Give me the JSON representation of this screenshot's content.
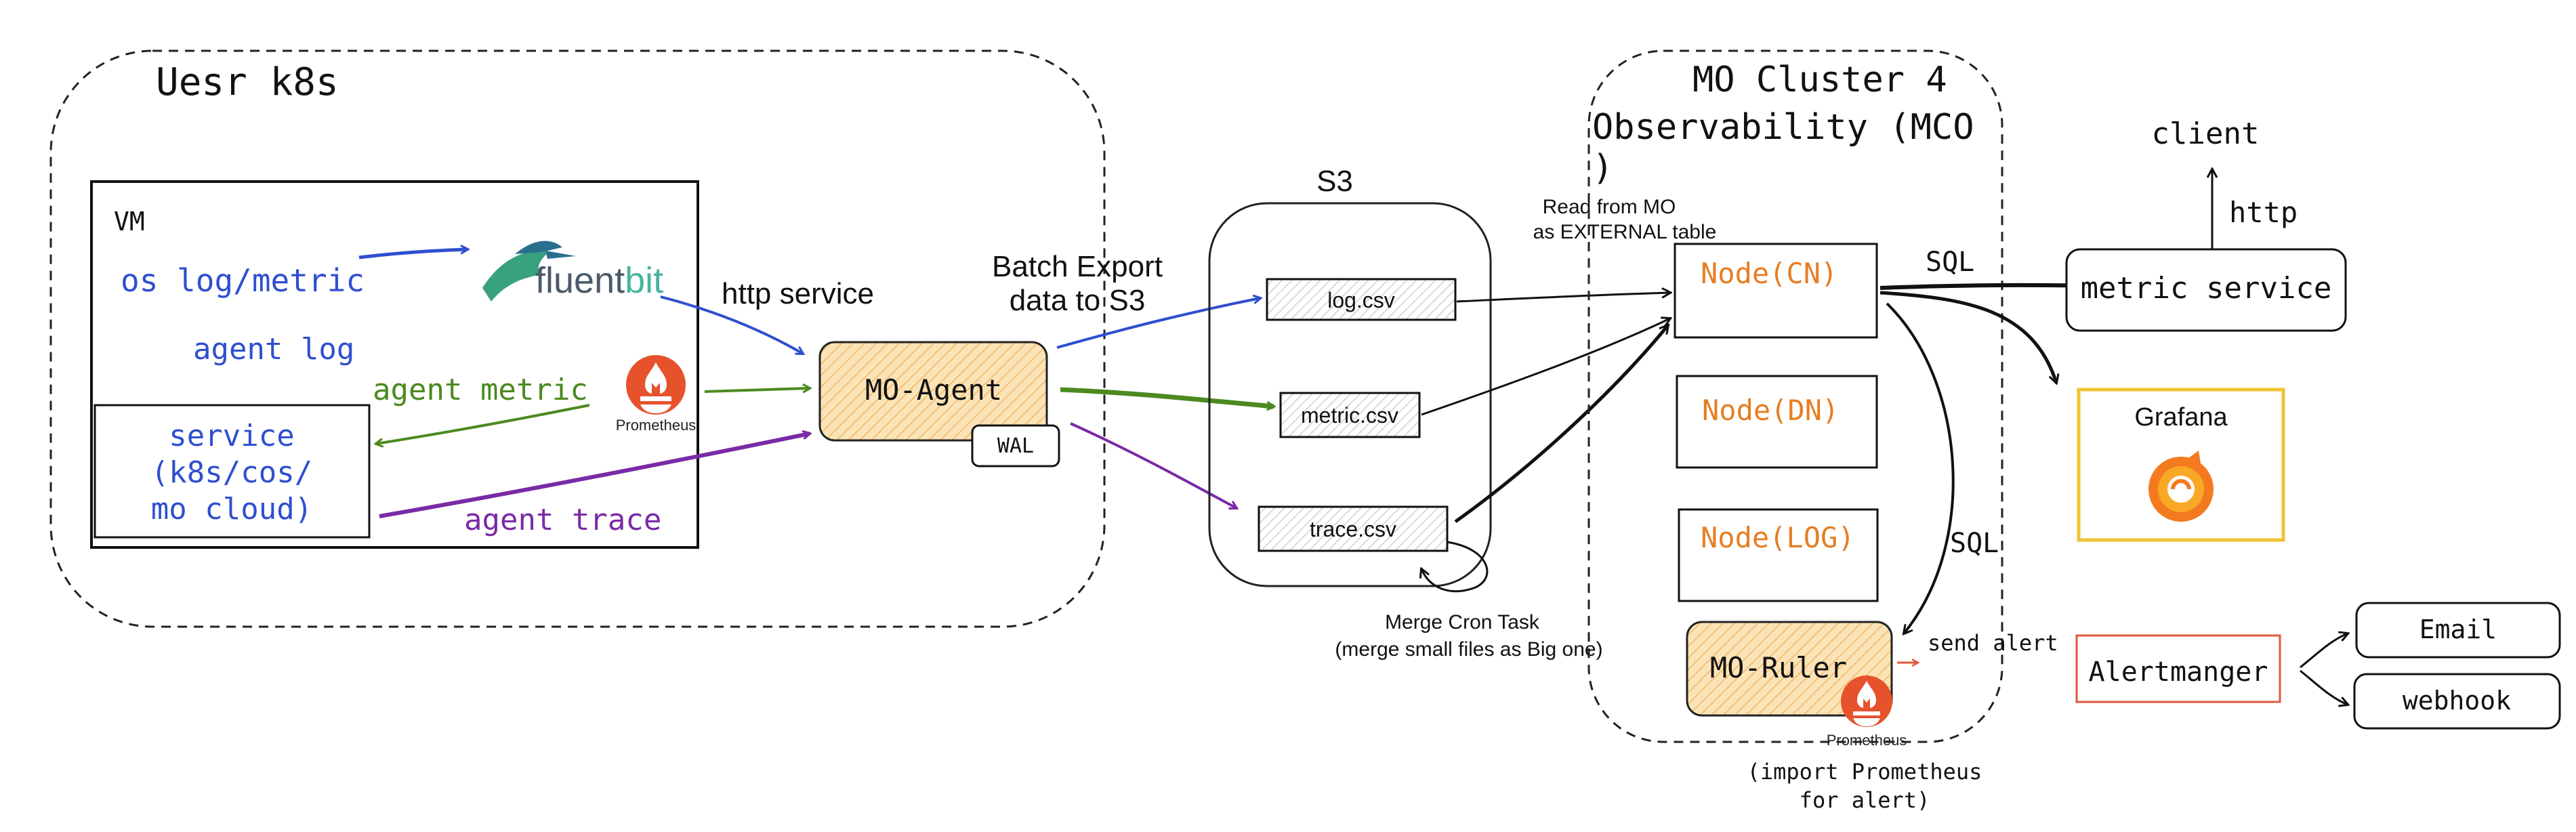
{
  "colors": {
    "blue": "#2f4fcf",
    "green": "#4c8a20",
    "purple": "#7a2aa6",
    "orange": "#e67e22",
    "agent_fill": "#fbe3b8",
    "agent_stroke": "#222222",
    "grafana_border": "#f2c233",
    "alert_border": "#e2573b",
    "prom_red": "#e6522c"
  },
  "user_k8s": {
    "title": "Uesr k8s"
  },
  "vm": {
    "label": "VM",
    "os_log_metric": "os log/metric",
    "agent_log": "agent log",
    "agent_metric": "agent metric",
    "agent_trace": "agent trace",
    "service": [
      "service",
      "(k8s/cos/",
      "mo cloud)"
    ]
  },
  "fluentbit": {
    "text_a": "fluent",
    "text_b": "bit"
  },
  "prometheus_logo": {
    "label": "Prometheus"
  },
  "http_service": "http service",
  "mo_agent": {
    "label": "MO-Agent",
    "wal": "WAL"
  },
  "batch_export": [
    "Batch Export",
    "data to S3"
  ],
  "s3": {
    "title": "S3",
    "files": [
      "log.csv",
      "metric.csv",
      "trace.csv"
    ],
    "merge_task": [
      "Merge Cron Task",
      "(merge small files as Big one)"
    ]
  },
  "read_from_mo": [
    "Read from MO",
    "as EXTERNAL table"
  ],
  "mo_cluster": {
    "title": [
      "MO Cluster 4",
      "Observability (MCO",
      ")"
    ],
    "nodes": [
      "Node(CN)",
      "Node(DN)",
      "Node(LOG)"
    ],
    "ruler": "MO-Ruler",
    "ruler_prometheus": "Prometheus",
    "note": [
      "(import Prometheus",
      "for alert)"
    ]
  },
  "sql_top": "SQL",
  "sql_down": "SQL",
  "send_alert": "send alert",
  "client": "client",
  "http": "http",
  "metric_service": "metric service",
  "grafana": "Grafana",
  "alertmanager": "Alertmanger",
  "email": "Email",
  "webhook": "webhook"
}
